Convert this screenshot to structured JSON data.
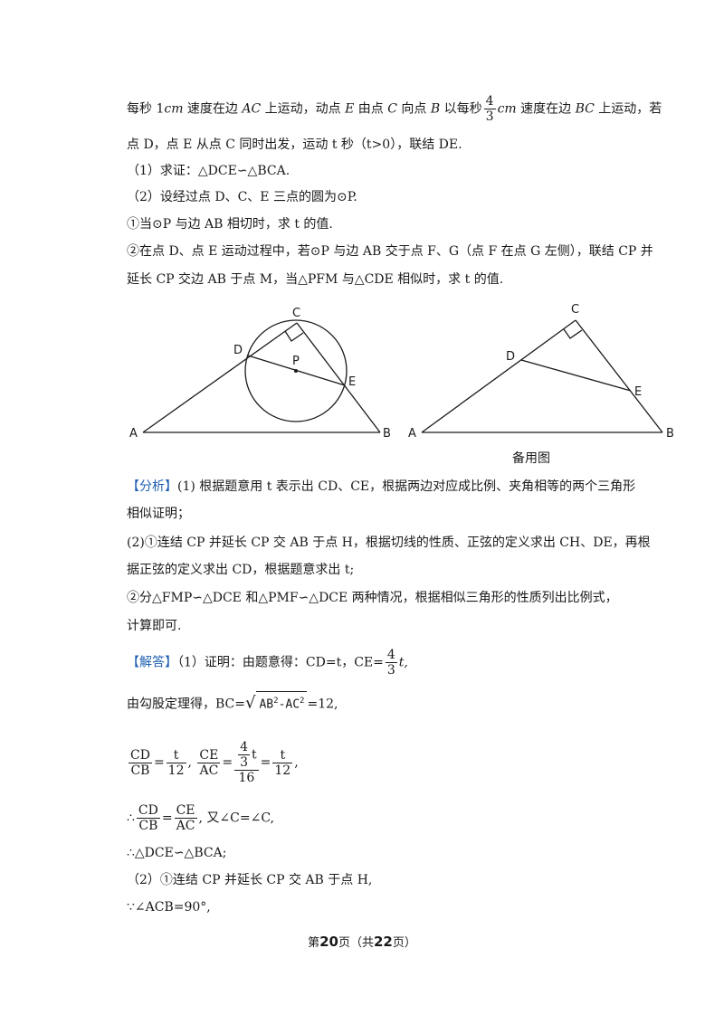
{
  "problem": {
    "l1_a": "每秒 1",
    "l1_cm": "cm",
    "l1_b": " 速度在边 ",
    "l1_AC": "AC",
    "l1_c": " 上运动，动点 ",
    "l1_E": "E",
    "l1_d": " 由点 ",
    "l1_C": "C",
    "l1_e": " 向点 ",
    "l1_B": "B",
    "l1_f": " 以每秒",
    "l1_frac_num": "4",
    "l1_frac_den": "3",
    "l1_cm2": "cm",
    "l1_g": " 速度在边 ",
    "l1_BC": "BC",
    "l1_h": " 上运动，若",
    "l2": "点 D，点 E 从点 C 同时出发，运动 t 秒（t>0），联结 DE.",
    "q1": "（1）求证：△DCE∽△BCA.",
    "q2": "（2）设经过点 D、C、E 三点的圆为⊙P.",
    "q2_1": "①当⊙P 与边 AB 相切时，求 t 的值.",
    "q2_2a": "②在点 D、点 E 运动过程中，若⊙P 与边 AB 交于点 F、G（点 F 在点 G 左侧），联结 CP 并",
    "q2_2b": "延长 CP 交边 AB 于点 M，当△PFM 与△CDE 相似时，求 t 的值."
  },
  "figure1": {
    "labels": {
      "A": "A",
      "B": "B",
      "C": "C",
      "D": "D",
      "E": "E",
      "P": "P"
    }
  },
  "figure2": {
    "labels": {
      "A": "A",
      "B": "B",
      "C": "C",
      "D": "D",
      "E": "E"
    },
    "caption": "备用图"
  },
  "analysis": {
    "tag": "【分析】",
    "l1": "(1) 根据题意用 t 表示出 CD、CE，根据两边对应成比例、夹角相等的两个三角形",
    "l2": "相似证明；",
    "l3": "(2)①连结 CP 并延长 CP 交 AB 于点 H，根据切线的性质、正弦的定义求出 CH、DE，再根",
    "l4": "据正弦的定义求出 CD，根据题意求出 t;",
    "l5": "②分△FMP∽△DCE 和△PMF∽△DCE 两种情况，根据相似三角形的性质列出比例式，",
    "l6": "计算即可."
  },
  "solution": {
    "tag": "【解答】",
    "l1_a": "（1）证明：由题意得：CD=t，CE=",
    "l1_num": "4",
    "l1_den": "3",
    "l1_t": "t,",
    "l2_a": "由勾股定理得，BC=",
    "l2_root_a": "AB",
    "l2_root_b": "-AC",
    "l2_sup": "2",
    "l2_b": "=12,",
    "r1_n1": "CD",
    "r1_d1": "CB",
    "r1_eq": "=",
    "r1_n2": "t",
    "r1_d2": "12",
    "r1_sep": ",",
    "r2_n1": "CE",
    "r2_d1": "AC",
    "r2_eq": "=",
    "r2_top_num": "4",
    "r2_top_den": "3",
    "r2_top_t": "t",
    "r2_d2": "16",
    "r2_eq2": "=",
    "r2_n3": "t",
    "r2_d3": "12",
    "r2_end": ",",
    "l4_a": "∴",
    "l4_n1": "CD",
    "l4_d1": "CB",
    "l4_eq": "=",
    "l4_n2": "CE",
    "l4_d2": "AC",
    "l4_b": ", 又∠C=∠C,",
    "l5": "∴△DCE∽△BCA;",
    "l6": "（2）①连结 CP 并延长 CP 交 AB 于点 H,",
    "l7": "∵∠ACB=90°,"
  },
  "footer": {
    "a": "第",
    "page": "20",
    "b": "页（共",
    "total": "22",
    "c": "页）"
  }
}
